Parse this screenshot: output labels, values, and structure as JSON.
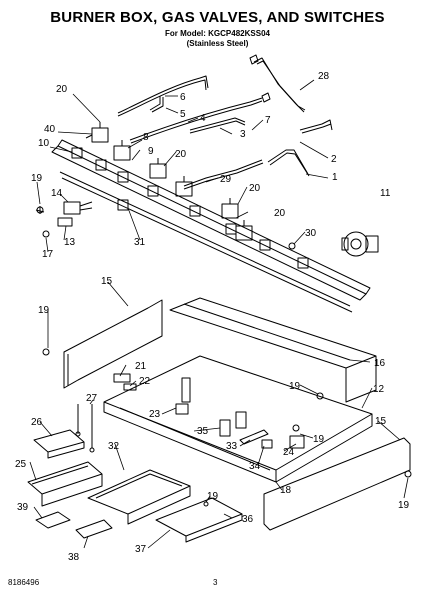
{
  "page": {
    "title": "BURNER BOX, GAS VALVES, AND SWITCHES",
    "model_label": "For Model:",
    "model": "KGCP482KSS04",
    "finish": "(Stainless Steel)",
    "footer_left": "8186496",
    "footer_page": "3"
  },
  "callouts": [
    "20",
    "6",
    "28",
    "5",
    "40",
    "8",
    "4",
    "3",
    "7",
    "10",
    "9",
    "20",
    "2",
    "19",
    "29",
    "1",
    "14",
    "20",
    "11",
    "31",
    "20",
    "13",
    "30",
    "17",
    "15",
    "19",
    "21",
    "16",
    "22",
    "19",
    "12",
    "27",
    "23",
    "35",
    "15",
    "26",
    "33",
    "19",
    "32",
    "34",
    "24",
    "25",
    "18",
    "39",
    "19",
    "36",
    "38",
    "37",
    "19"
  ]
}
